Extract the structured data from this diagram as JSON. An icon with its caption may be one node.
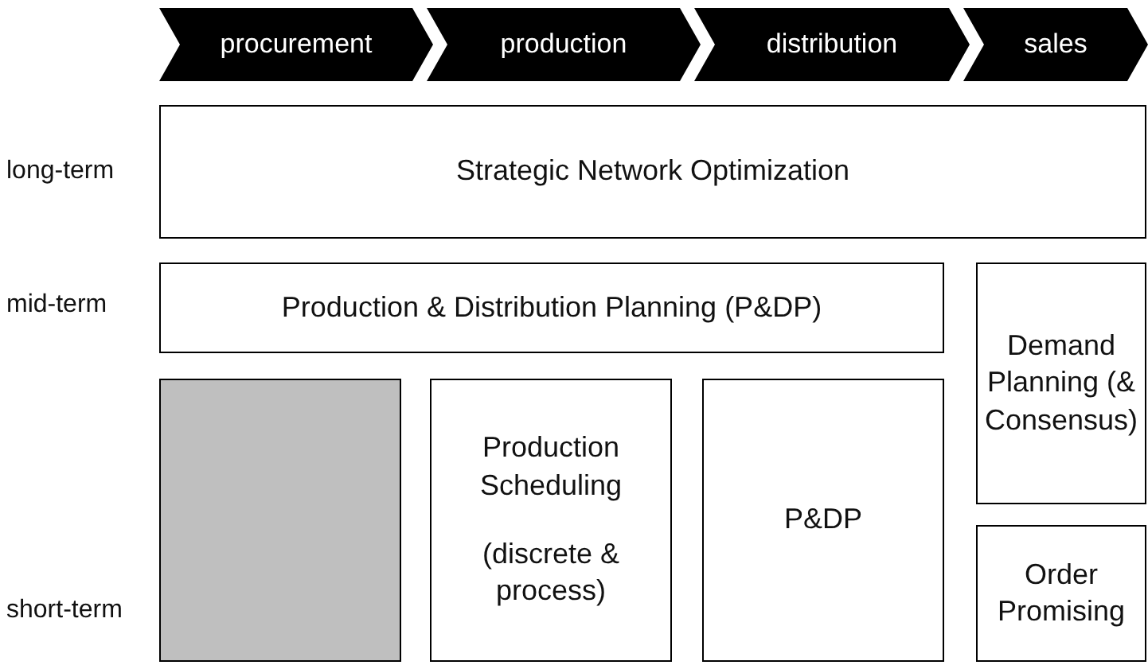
{
  "diagram": {
    "nodes": [
      {
        "text": [
          "procurement"
        ]
      },
      {
        "text": [
          "production"
        ]
      },
      {
        "text": [
          "distribution"
        ]
      },
      {
        "text": [
          "sales"
        ]
      },
      {
        "text": [
          "Strategic Network Optimization"
        ]
      },
      {
        "text": [
          "Production & Distribution Planning (P&DP)"
        ]
      },
      {
        "text": [
          "Demand Planning (& Consensus)"
        ]
      },
      {
        "text": [],
        "shape": "box"
      },
      {
        "text": [
          "Production Scheduling",
          "(discrete & process)"
        ]
      },
      {
        "text": [
          "P&DP"
        ]
      },
      {
        "text": [
          "Order Promising"
        ]
      }
    ],
    "labels": [
      "long-term",
      "mid-term",
      "short-term"
    ]
  }
}
